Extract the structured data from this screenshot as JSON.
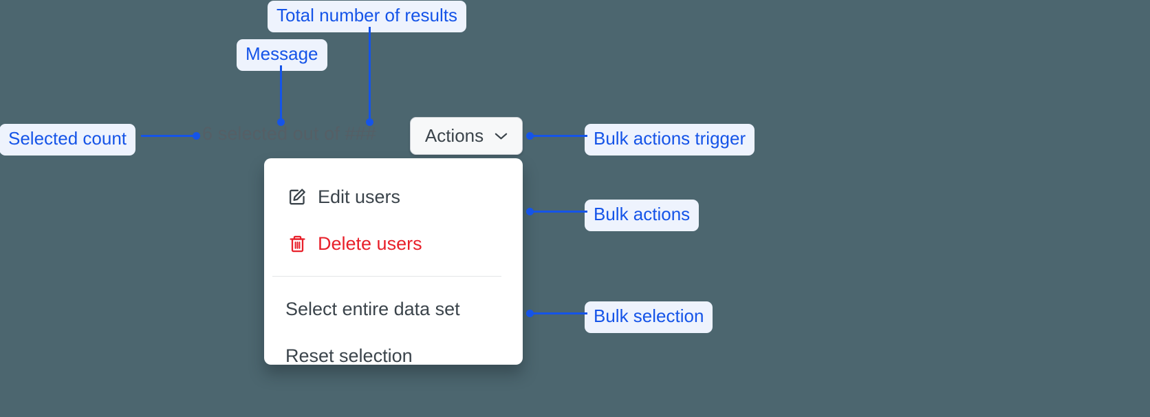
{
  "canvas": {
    "background_color": "#4c666f",
    "annotation_color": "#1554e8",
    "annotation_bg_color": "#eef3fd",
    "danger_color": "#e8202a"
  },
  "bulk_bar": {
    "status_text": "6 selected out of ###",
    "selected_count": "6",
    "total_results_placeholder": "###",
    "trigger": {
      "label": "Actions",
      "icon": "chevron-down-icon"
    }
  },
  "menu": {
    "groups": [
      {
        "name": "bulk-actions",
        "items": [
          {
            "label": "Edit users",
            "icon": "edit-icon",
            "variant": "default"
          },
          {
            "label": "Delete users",
            "icon": "trash-icon",
            "variant": "danger"
          }
        ]
      },
      {
        "name": "bulk-selection",
        "items": [
          {
            "label": "Select entire data set",
            "icon": "",
            "variant": "default"
          },
          {
            "label": "Reset selection",
            "icon": "",
            "variant": "default"
          }
        ]
      }
    ]
  },
  "annotations": [
    {
      "id": "total-results",
      "label": "Total number of results"
    },
    {
      "id": "message",
      "label": "Message"
    },
    {
      "id": "selected-count",
      "label": "Selected count"
    },
    {
      "id": "bulk-actions-trigger",
      "label": "Bulk actions trigger"
    },
    {
      "id": "bulk-actions",
      "label": "Bulk actions"
    },
    {
      "id": "bulk-selection",
      "label": "Bulk selection"
    }
  ]
}
